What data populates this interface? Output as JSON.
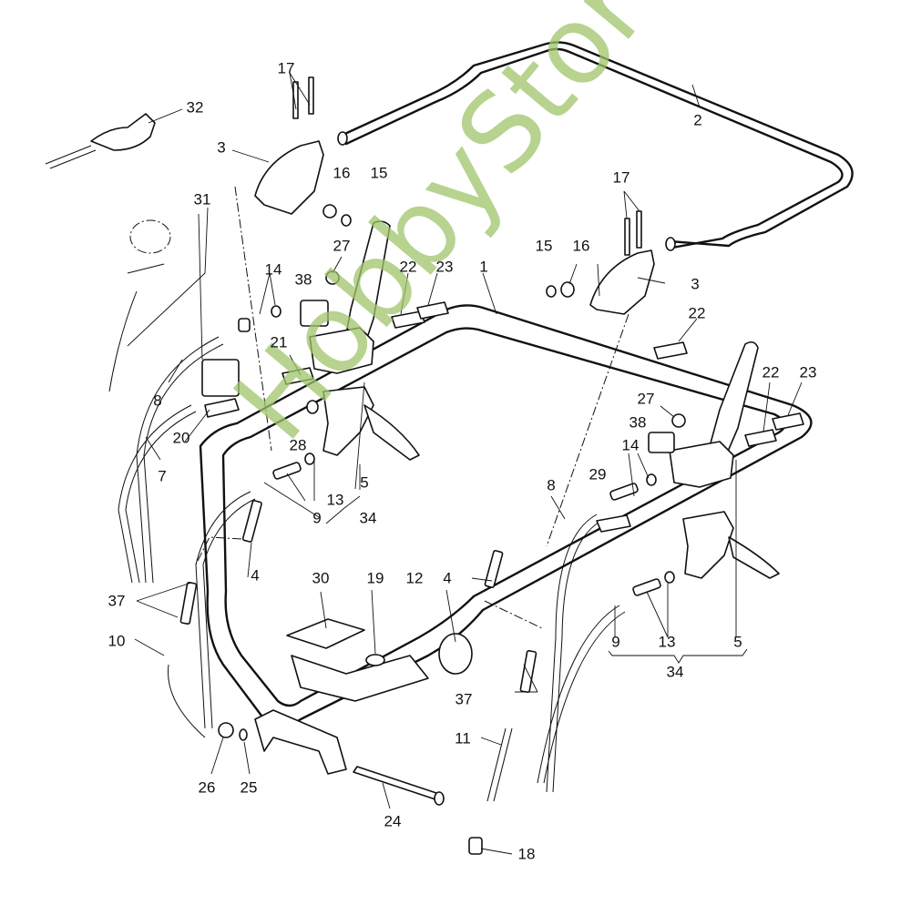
{
  "diagram": {
    "title": "Handlebar assembly exploded view",
    "watermark": "HobbyStore.it",
    "labels": [
      {
        "id": "l1",
        "text": "1"
      },
      {
        "id": "l2",
        "text": "2"
      },
      {
        "id": "l3a",
        "text": "3"
      },
      {
        "id": "l3b",
        "text": "3"
      },
      {
        "id": "l4a",
        "text": "4"
      },
      {
        "id": "l4b",
        "text": "4"
      },
      {
        "id": "l5a",
        "text": "5"
      },
      {
        "id": "l5b",
        "text": "5"
      },
      {
        "id": "l7",
        "text": "7"
      },
      {
        "id": "l8a",
        "text": "8"
      },
      {
        "id": "l8b",
        "text": "8"
      },
      {
        "id": "l9a",
        "text": "9"
      },
      {
        "id": "l9b",
        "text": "9"
      },
      {
        "id": "l10",
        "text": "10"
      },
      {
        "id": "l11",
        "text": "11"
      },
      {
        "id": "l12",
        "text": "12"
      },
      {
        "id": "l13a",
        "text": "13"
      },
      {
        "id": "l13b",
        "text": "13"
      },
      {
        "id": "l14a",
        "text": "14"
      },
      {
        "id": "l14b",
        "text": "14"
      },
      {
        "id": "l15a",
        "text": "15"
      },
      {
        "id": "l15b",
        "text": "15"
      },
      {
        "id": "l16a",
        "text": "16"
      },
      {
        "id": "l16b",
        "text": "16"
      },
      {
        "id": "l17a",
        "text": "17"
      },
      {
        "id": "l17b",
        "text": "17"
      },
      {
        "id": "l18",
        "text": "18"
      },
      {
        "id": "l19",
        "text": "19"
      },
      {
        "id": "l20",
        "text": "20"
      },
      {
        "id": "l21",
        "text": "21"
      },
      {
        "id": "l22a",
        "text": "22"
      },
      {
        "id": "l22b",
        "text": "22"
      },
      {
        "id": "l22c",
        "text": "22"
      },
      {
        "id": "l23a",
        "text": "23"
      },
      {
        "id": "l23b",
        "text": "23"
      },
      {
        "id": "l24",
        "text": "24"
      },
      {
        "id": "l25",
        "text": "25"
      },
      {
        "id": "l26",
        "text": "26"
      },
      {
        "id": "l27a",
        "text": "27"
      },
      {
        "id": "l27b",
        "text": "27"
      },
      {
        "id": "l28",
        "text": "28"
      },
      {
        "id": "l29",
        "text": "29"
      },
      {
        "id": "l30",
        "text": "30"
      },
      {
        "id": "l31",
        "text": "31"
      },
      {
        "id": "l32",
        "text": "32"
      },
      {
        "id": "l34a",
        "text": "34"
      },
      {
        "id": "l34b",
        "text": "34"
      },
      {
        "id": "l37a",
        "text": "37"
      },
      {
        "id": "l37b",
        "text": "37"
      },
      {
        "id": "l38a",
        "text": "38"
      },
      {
        "id": "l38b",
        "text": "38"
      }
    ]
  }
}
